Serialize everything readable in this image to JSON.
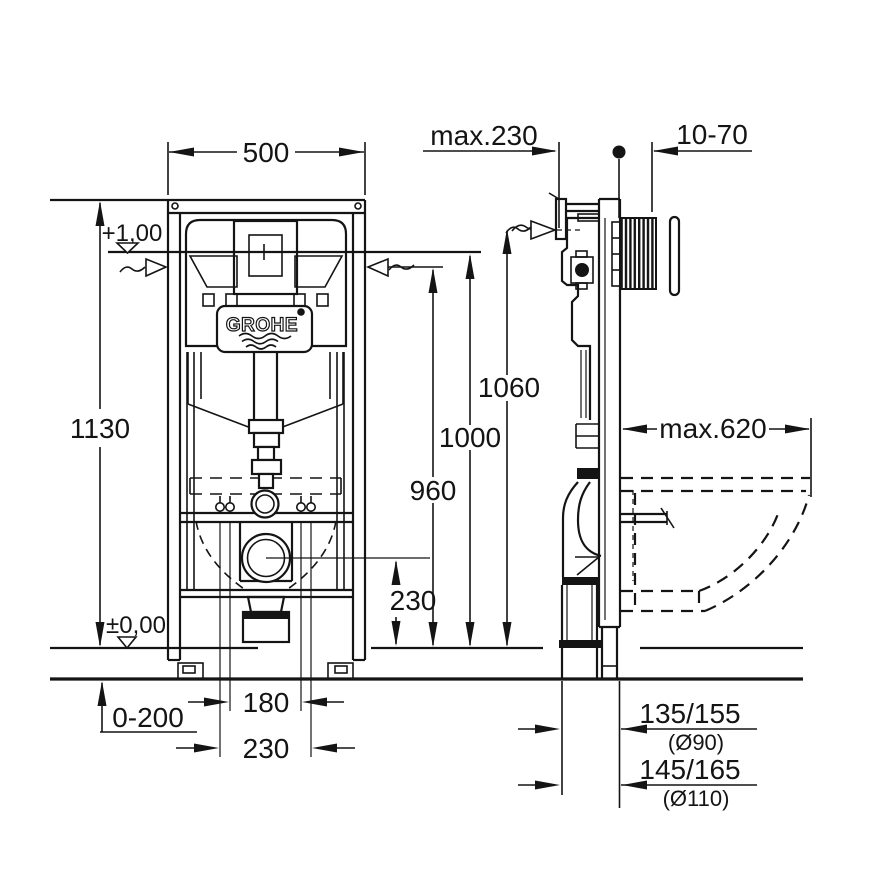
{
  "drawing": {
    "brand": {
      "logo_text": "GROHE",
      "registered_symbol": "®"
    },
    "front_view": {
      "width": "500",
      "height": "1130",
      "upper_level": "+1,00",
      "zero_level": "±0,00",
      "foot_adjustment": "0-200",
      "fixing_spacing_inner": "180",
      "fixing_spacing_outer": "230",
      "outlet_height": "230",
      "height_960": "960",
      "height_1000": "1000",
      "height_1060": "1060"
    },
    "side_view": {
      "frame_depth": "max.230",
      "plate_range": "10-70",
      "bowl_clearance": "max.620",
      "outlet_offset_small": "135/155",
      "outlet_offset_small_dia": "(Ø90)",
      "outlet_offset_large": "145/165",
      "outlet_offset_large_dia": "(Ø110)"
    },
    "colors": {
      "line": "#141414",
      "background": "#ffffff"
    }
  }
}
